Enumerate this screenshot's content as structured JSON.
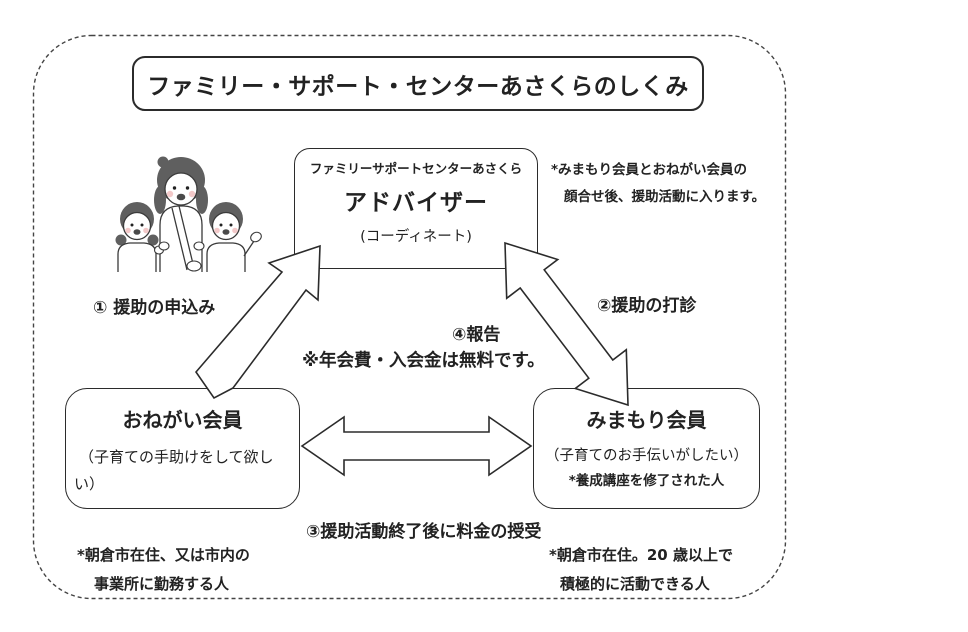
{
  "colors": {
    "ink": "#2b2b2b",
    "background": "#ffffff"
  },
  "title": "ファミリー・サポート・センターあさくらのしくみ",
  "advisor": {
    "subtitle": "ファミリーサポートセンターあさくら",
    "name": "アドバイザー",
    "role": "(コーディネート)"
  },
  "members": {
    "onegai": {
      "name": "おねがい会員",
      "desc_line1": "（子育ての手助けをして欲し",
      "desc_line2": "い）"
    },
    "mimamori": {
      "name": "みまもり会員",
      "desc": "（子育てのお手伝いがしたい）",
      "qualification": "*養成講座を修了された人"
    }
  },
  "steps": {
    "step1": "① 援助の申込み",
    "step2": "②援助の打診",
    "step3": "③援助活動終了後に料金の授受",
    "step4": "④報告"
  },
  "notes": {
    "top_right_line1": "*みまもり会員とおねがい会員の",
    "top_right_line2": "顔合せ後、援助活動に入ります。",
    "fee": "※年会費・入会金は無料です。",
    "bottom_left_line1": "*朝倉市在住、又は市内の",
    "bottom_left_line2": "事業所に勤務する人",
    "bottom_right_line1": "*朝倉市在住。20 歳以上で",
    "bottom_right_line2": "積極的に活動できる人"
  },
  "illustration": "woman-with-two-children"
}
